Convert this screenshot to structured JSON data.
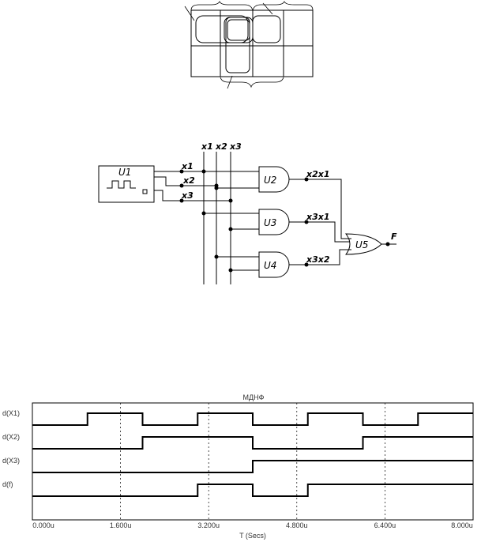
{
  "schematic": {
    "gates": {
      "generator": "U1",
      "and1": "U2",
      "and2": "U3",
      "and3": "U4",
      "or1": "U5"
    },
    "bus_labels": [
      "x1",
      "x2",
      "x3"
    ],
    "gen_outputs": [
      "x1",
      "x2",
      "x3"
    ],
    "term_labels": [
      "x2x1",
      "x3x1",
      "x3x2"
    ],
    "output_label": "F"
  },
  "waveform": {
    "title": "МДНФ",
    "xlabel": "T (Secs)",
    "ticks": [
      "0.000u",
      "1.600u",
      "3.200u",
      "4.800u",
      "6.400u",
      "8.000u"
    ],
    "signals": [
      {
        "name": "d(X1)",
        "edges": [
          0,
          1,
          2,
          3,
          4,
          5,
          6,
          7,
          8
        ],
        "levels": [
          0,
          1,
          0,
          1,
          0,
          1,
          0,
          1
        ]
      },
      {
        "name": "d(X2)",
        "edges": [
          0,
          2,
          4,
          6,
          8
        ],
        "levels": [
          0,
          1,
          0,
          1
        ]
      },
      {
        "name": "d(X3)",
        "edges": [
          0,
          4,
          8
        ],
        "levels": [
          0,
          1
        ]
      },
      {
        "name": "d(f)",
        "edges": [
          0,
          3,
          4,
          5,
          8
        ],
        "levels": [
          0,
          1,
          0,
          1
        ]
      }
    ]
  }
}
